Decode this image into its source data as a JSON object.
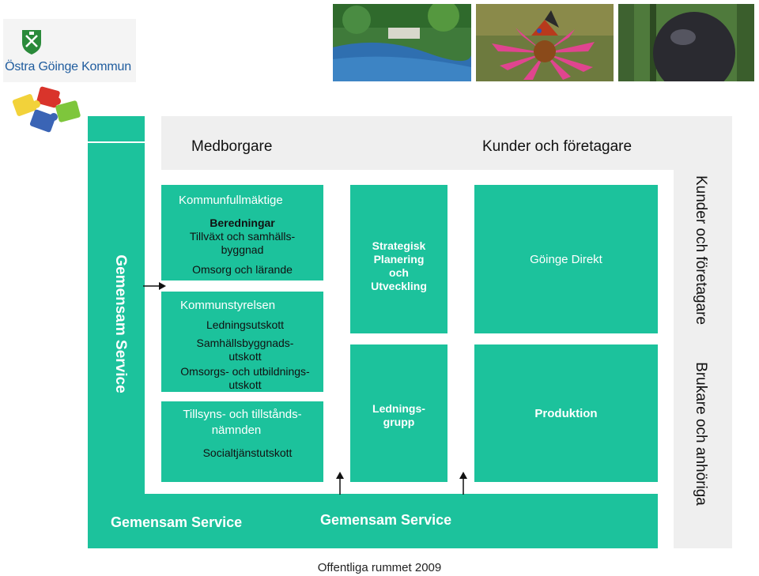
{
  "logo": {
    "text": "Östra Göinge Kommun"
  },
  "header": {
    "left_label": "Medborgare",
    "right_label": "Kunder och företagare"
  },
  "side": {
    "left_vertical": "Gemensam Service",
    "right_top_vertical": "Kunder och företagare",
    "right_bottom_vertical": "Brukare och anhöriga"
  },
  "bottom": {
    "left_label": "Gemensam Service",
    "mid_label": "Gemensam Service"
  },
  "politics": {
    "council": {
      "title": "Kommunfullmäktige",
      "sub_heading": "Beredningar",
      "items": [
        "Tillväxt och samhälls-",
        "byggnad",
        "Omsorg och lärande"
      ]
    },
    "board": {
      "title": "Kommunstyrelsen",
      "items": [
        "Ledningsutskott",
        "Samhällsbyggnads-",
        "utskott",
        "Omsorgs- och utbildnings-",
        "utskott"
      ]
    },
    "supervision": {
      "title_line1": "Tillsyns- och tillstånds-",
      "title_line2": "nämnden",
      "item": "Socialtjänstutskott"
    }
  },
  "middle": {
    "strategy": [
      "Strategisk",
      "Planering",
      "och",
      "Utveckling"
    ],
    "management": [
      "Lednings-",
      "grupp"
    ]
  },
  "right": {
    "direct": "Göinge Direkt",
    "production": "Produktion"
  },
  "footer": {
    "text": "Offentliga rummet 2009"
  },
  "colors": {
    "teal": "#1cc29c",
    "grey": "#efefef",
    "logo_blue": "#1f5c9e"
  }
}
